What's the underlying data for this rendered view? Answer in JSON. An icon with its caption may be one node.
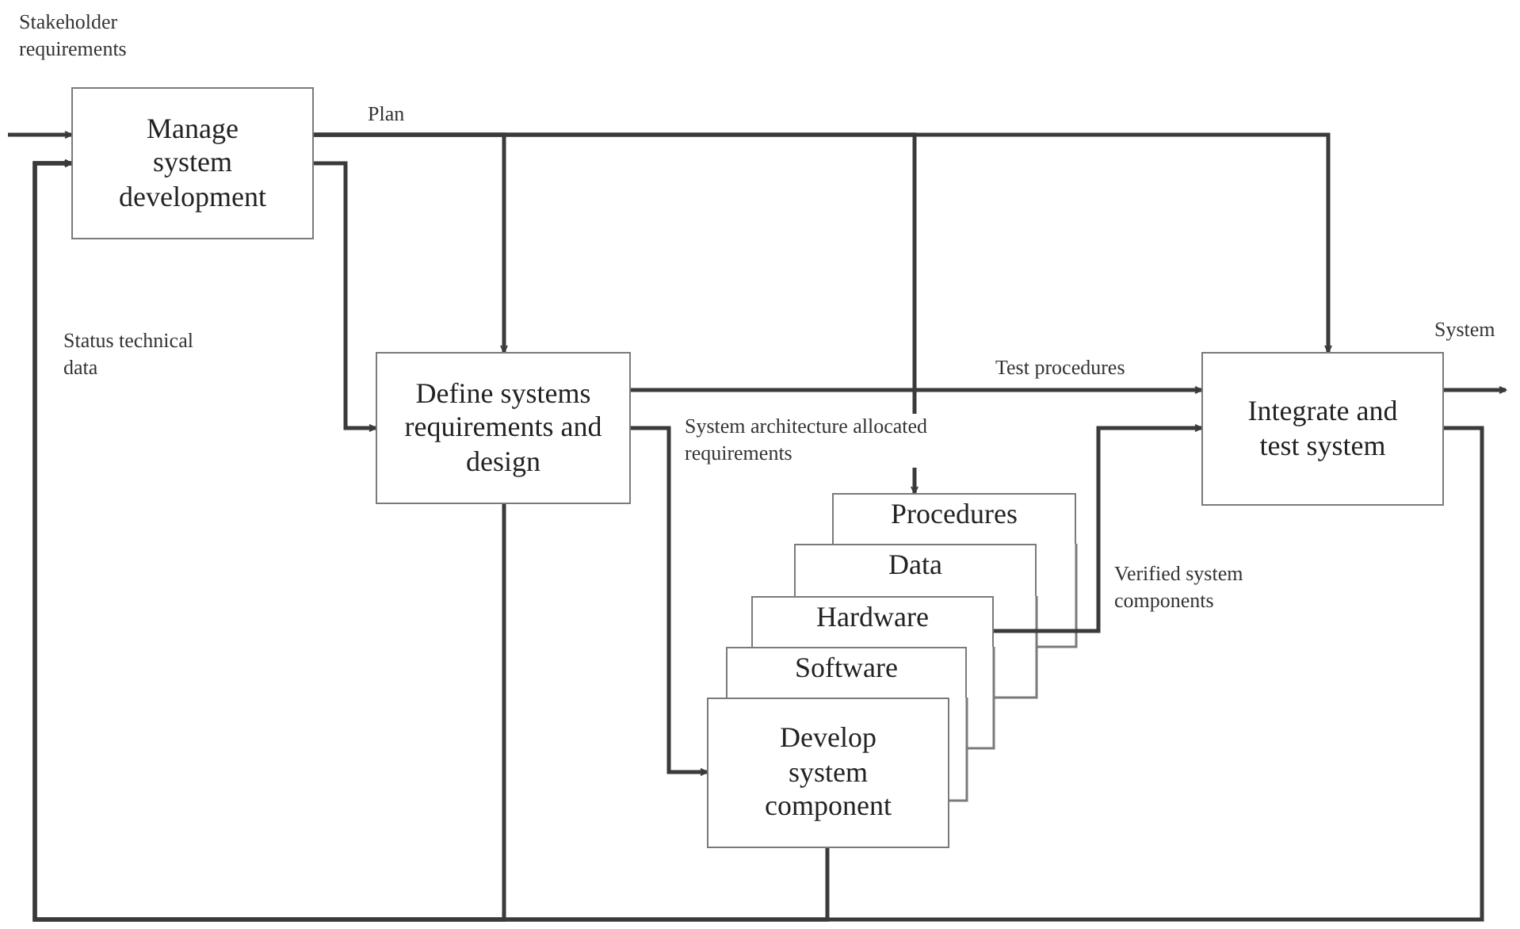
{
  "diagram": {
    "nodes": [
      {
        "text": [
          "Manage system development"
        ]
      },
      {
        "text": [
          "Define systems requirements and design"
        ]
      },
      {
        "text": [
          "Procedures"
        ]
      },
      {
        "text": [
          "Data"
        ]
      },
      {
        "text": [
          "Hardware"
        ]
      },
      {
        "text": [
          "Software"
        ]
      },
      {
        "text": [
          "Develop system component"
        ]
      },
      {
        "text": [
          "Integrate and test system"
        ]
      }
    ],
    "edges": [
      {
        "from": null,
        "to": 0,
        "arrow": "to",
        "label": "Stakeholder requirements"
      },
      {
        "from": 0,
        "to": 1,
        "arrow": "to",
        "label": "Plan"
      },
      {
        "from": 0,
        "to": 2,
        "arrow": "to"
      },
      {
        "from": 0,
        "to": 7,
        "arrow": "to"
      },
      {
        "from": 0,
        "to": 1,
        "arrow": "to"
      },
      {
        "from": 1,
        "to": 7,
        "arrow": "to",
        "label": "Test procedures"
      },
      {
        "from": 1,
        "to": 6,
        "arrow": "to",
        "label": "System architecture allocated requirements"
      },
      {
        "from": 4,
        "to": 7,
        "arrow": "to",
        "label": "Verified system components"
      },
      {
        "from": 7,
        "to": null,
        "arrow": "to",
        "label": "System"
      },
      {
        "from": 1,
        "to": 0,
        "arrow": "to",
        "label": "Status technical data"
      },
      {
        "from": 6,
        "to": 0,
        "arrow": "to"
      },
      {
        "from": 7,
        "to": 0,
        "arrow": "to"
      }
    ]
  }
}
